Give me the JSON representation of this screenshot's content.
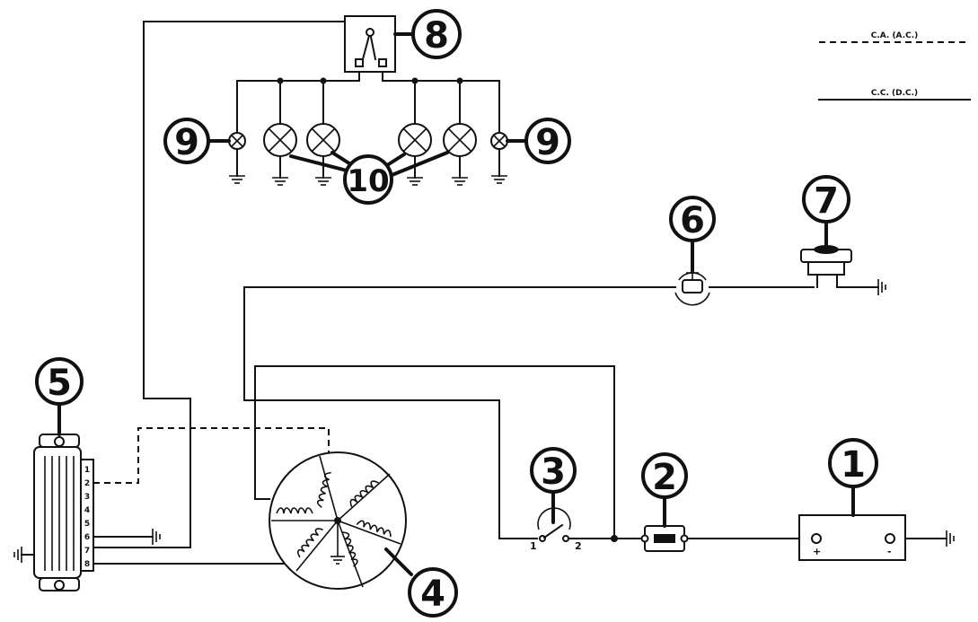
{
  "legend": {
    "ac": "C.A. (A.C.)",
    "dc": "C.C. (D.C.)"
  },
  "callouts": [
    "1",
    "2",
    "3",
    "4",
    "5",
    "6",
    "7",
    "8",
    "9",
    "9",
    "10"
  ],
  "battery": {
    "plus": "+",
    "minus": "-"
  },
  "switch": {
    "pos1": "1",
    "pos2": "2"
  },
  "regulator": {
    "pins": [
      "1",
      "2",
      "3",
      "4",
      "5",
      "6",
      "7",
      "8"
    ]
  }
}
